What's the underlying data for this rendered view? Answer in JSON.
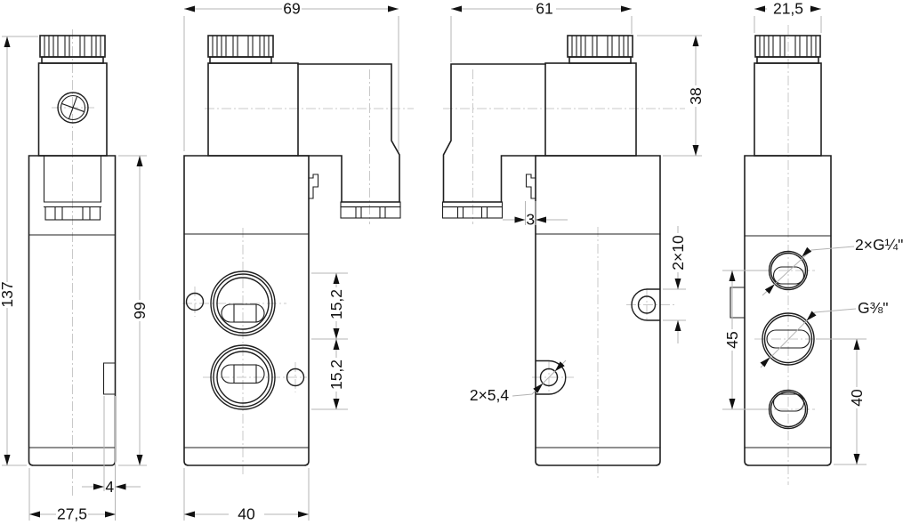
{
  "colors": {
    "outline": "#1f1f1f",
    "dimension_lines": "#b4b4b4",
    "centerlines": "#c9c9c9",
    "text": "#111111",
    "background": "#ffffff"
  },
  "views": {
    "left_side": {
      "dims": {
        "overall_height": "137",
        "body_height": "99",
        "lug_width": "4",
        "depth": "27,5"
      }
    },
    "front": {
      "dims": {
        "overall_width": "69",
        "port_dim_upper": "15,2",
        "port_dim_lower": "15,2",
        "body_width": "40"
      }
    },
    "right_side": {
      "dims": {
        "overall_width": "61",
        "solenoid_height": "38",
        "tab_depth": "3",
        "lug_height": "2×10",
        "mounting_holes": "2×5,4"
      }
    },
    "end": {
      "dims": {
        "solenoid_width": "21,5",
        "port_span": "45",
        "port_to_base": "40"
      },
      "port_labels": {
        "small_ports": "2×G¼\"",
        "center_port": "G⅜\""
      }
    }
  }
}
